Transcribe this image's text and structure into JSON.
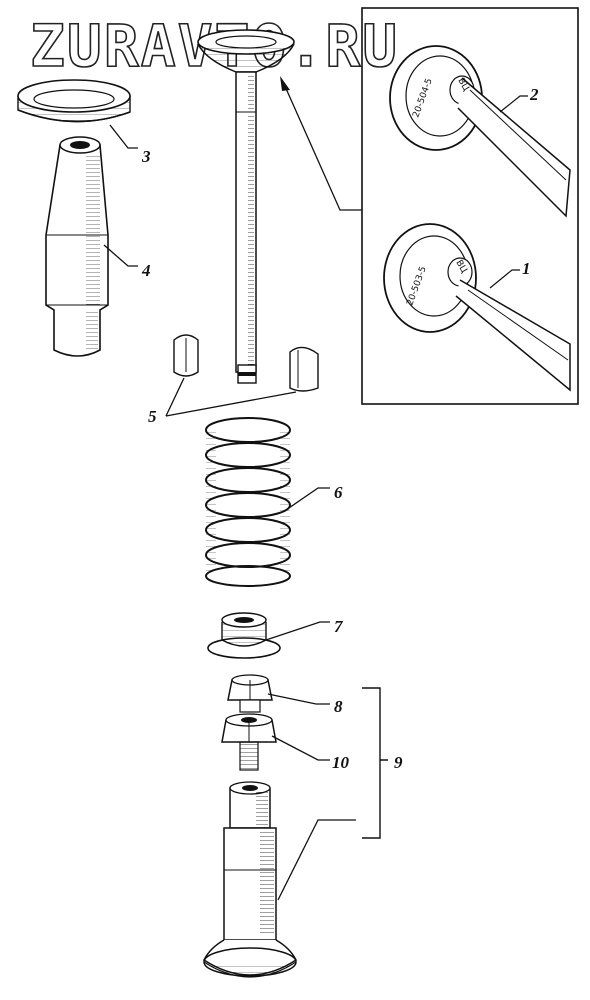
{
  "watermark": "ZURAVTO.RU",
  "callouts": {
    "c1": "1",
    "c2": "2",
    "c3": "3",
    "c4": "4",
    "c5": "5",
    "c6": "6",
    "c7": "7",
    "c8": "8",
    "c9": "9",
    "c10": "10"
  },
  "inset_markings": {
    "valve2_code": "20-504-5",
    "valve2_material": "ВЦ",
    "valve1_code": "20-503-5",
    "valve1_material": "ВЦ"
  },
  "colors": {
    "ink": "#111111",
    "paper": "#ffffff"
  }
}
